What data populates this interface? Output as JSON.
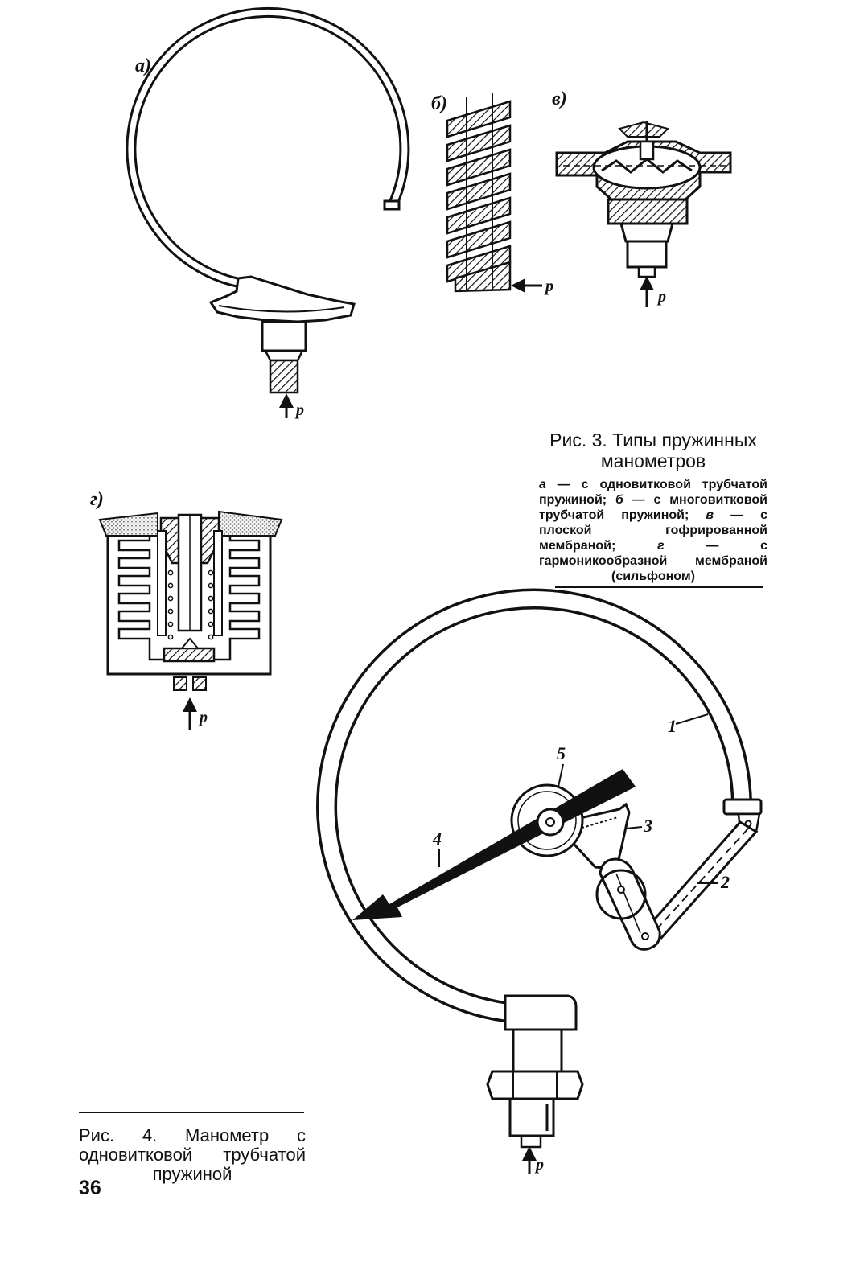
{
  "figure3": {
    "panels": {
      "a": {
        "label": "а)",
        "pressure": "p"
      },
      "b": {
        "label": "б)",
        "pressure": "p"
      },
      "v": {
        "label": "в)",
        "pressure": "p"
      },
      "g": {
        "label": "г)",
        "pressure": "p"
      }
    },
    "caption_title": "Рис. 3. Типы пружинных манометров",
    "legend": [
      {
        "key": "а",
        "text": "с одновитковой трубчатой пружиной;"
      },
      {
        "key": "б",
        "text": "с многовитковой трубчатой пружиной;"
      },
      {
        "key": "в",
        "text": "с плоской гофрированной мембраной;"
      },
      {
        "key": "г",
        "text": "с гармоникообразной мембраной (сильфоном)"
      }
    ]
  },
  "figure4": {
    "callouts": [
      "1",
      "2",
      "3",
      "4",
      "5"
    ],
    "pressure": "p",
    "caption": "Рис. 4. Манометр с одновитковой трубчатой пружиной"
  },
  "page_number": "36"
}
